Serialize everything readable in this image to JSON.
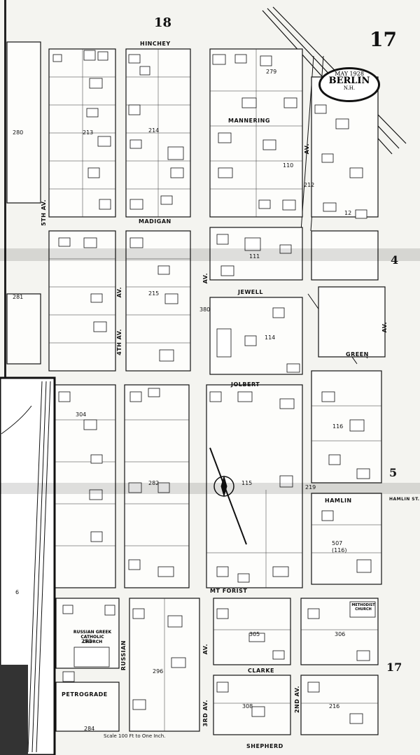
{
  "sheet": {
    "number": "17",
    "adjacent_sheet_top": "18"
  },
  "stamp": {
    "date": "MAY 1928",
    "city": "BERLIN",
    "state": "N.H."
  },
  "streets": {
    "hinchey": "HINCHEY",
    "mannering": "MANNERING",
    "madigan": "MADIGAN",
    "jewell": "JEWELL",
    "green": "GREEN",
    "jolbert": "JOLBERT",
    "hamlin": "HAMLIN",
    "mt_forist": "MT FORIST",
    "clarke": "CLARKE",
    "shepherd": "SHEPHERD",
    "petrograde": "PETROGRADE",
    "russian": "RUSSIAN",
    "fifth_av": "5TH AV.",
    "fourth_av": "4TH AV.",
    "third_av": "3RD AV.",
    "second_av": "2ND AV.",
    "av": "AV.",
    "hamlin_st": "HAMLIN ST."
  },
  "block_numbers": [
    "18",
    "280",
    "213",
    "214",
    "279",
    "110",
    "212",
    "12",
    "281",
    "215",
    "380",
    "111",
    "114",
    "304",
    "282",
    "115",
    "116",
    "219",
    "507",
    "(116)",
    "283",
    "296",
    "305",
    "306",
    "308",
    "216",
    "284"
  ],
  "section_numbers": [
    "4",
    "5",
    "17",
    "6"
  ],
  "church_label": "RUSSIAN GREEK CATHOLIC CHURCH",
  "methodist_label": "METHODIST CHURCH",
  "scale_text": "Scale 100 Ft to One Inch."
}
